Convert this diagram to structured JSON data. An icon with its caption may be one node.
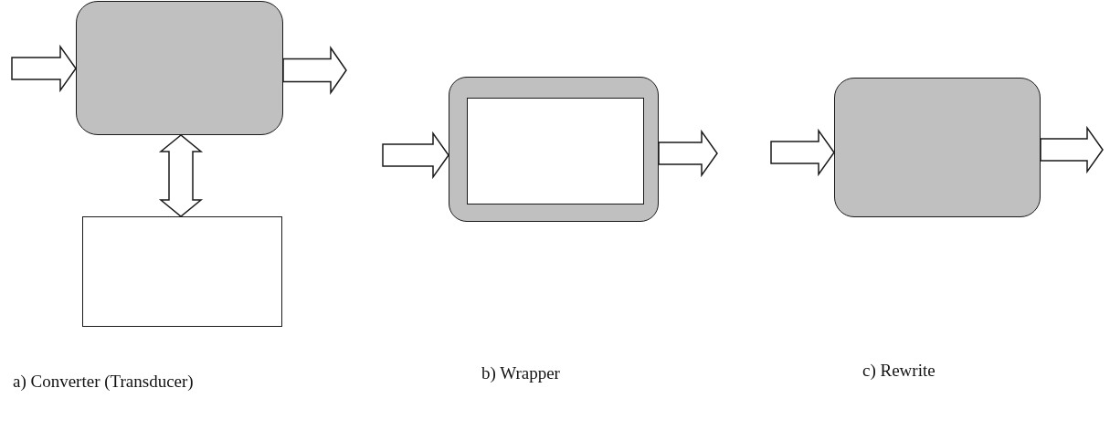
{
  "diagram": {
    "nodes": [
      {
        "text": [],
        "shape": "box"
      },
      {
        "text": [],
        "shape": "box"
      },
      {
        "text": [],
        "shape": "box"
      },
      {
        "text": [],
        "shape": "box",
        "in": 2
      },
      {
        "text": [],
        "shape": "box"
      }
    ],
    "edges": [
      {
        "from": null,
        "to": 0,
        "arrow": "to"
      },
      {
        "from": 0,
        "to": null,
        "arrow": "to"
      },
      {
        "from": 0,
        "to": 1,
        "arrow": "both"
      },
      {
        "from": null,
        "to": 2,
        "arrow": "to"
      },
      {
        "from": 2,
        "to": null,
        "arrow": "to"
      },
      {
        "from": null,
        "to": 4,
        "arrow": "to"
      },
      {
        "from": 4,
        "to": null,
        "arrow": "to"
      }
    ],
    "labels": [
      "a) Converter (Transducer)",
      "b) Wrapper",
      "c) Rewrite"
    ]
  }
}
